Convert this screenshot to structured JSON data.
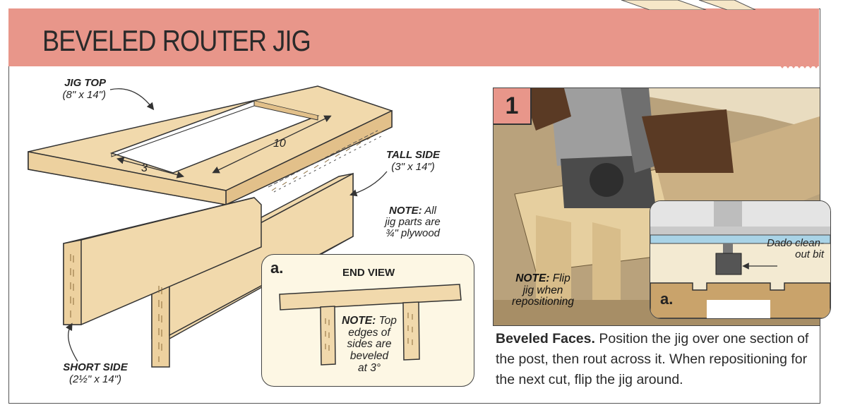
{
  "title": "BEVELED ROUTER JIG",
  "labels": {
    "jig_top_name": "JIG TOP",
    "jig_top_dims": "(8\" x 14\")",
    "dim_10": "10",
    "dim_3": "3",
    "tall_side_name": "TALL SIDE",
    "tall_side_dims": "(3\" x 14\")",
    "note_all_word": "NOTE:",
    "note_all_rest": " All",
    "note_all_l2": "jig parts are",
    "note_all_l3": "¾\" plywood",
    "short_side_name": "SHORT SIDE",
    "short_side_dims": "(2½\" x 14\")"
  },
  "inset_a": {
    "tag": "a.",
    "heading": "END VIEW",
    "note_word": "NOTE:",
    "note_rest": " Top",
    "note_l2": "edges of",
    "note_l3": "sides are",
    "note_l4": "beveled",
    "note_l5": "at 3°"
  },
  "photo": {
    "step": "1",
    "note_word": "NOTE:",
    "note_rest": " Flip",
    "note_l2": "jig when",
    "note_l3": "repositioning",
    "inset_tag": "a.",
    "bit_l1": "Dado clean-",
    "bit_l2": "out bit"
  },
  "caption": {
    "lead": "Beveled Faces.",
    "body": " Position the jig over one section of the post, then rout across it. When repositioning for the next cut, flip the jig around."
  },
  "colors": {
    "banner": "#e8968a",
    "wood": "#f1d9ac",
    "wood_dark": "#e2c08a",
    "inset_bg": "#fdf7e4",
    "blue_band": "#a9d3e6"
  }
}
